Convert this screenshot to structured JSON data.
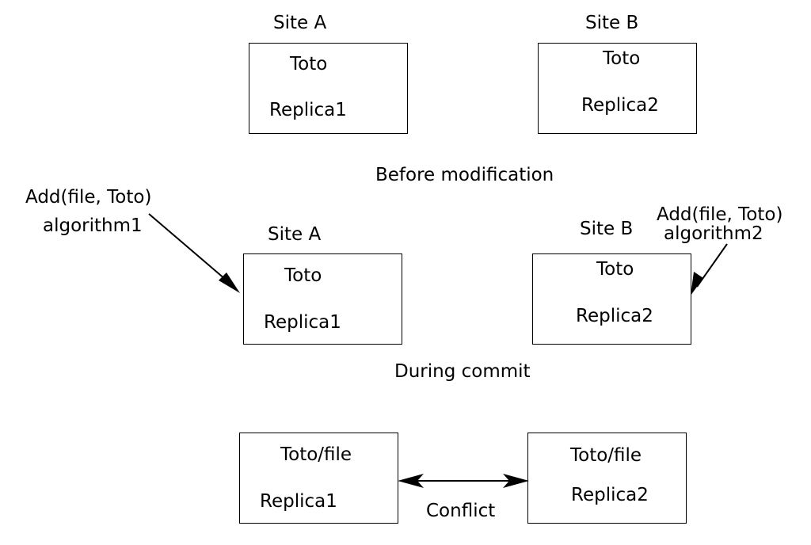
{
  "before": {
    "site_a": {
      "label": "Site A",
      "name": "Toto",
      "replica": "Replica1"
    },
    "site_b": {
      "label": "Site B",
      "name": "Toto",
      "replica": "Replica2"
    },
    "caption": "Before modification"
  },
  "during": {
    "site_a": {
      "label": "Site A",
      "name": "Toto",
      "replica": "Replica1",
      "operation": "Add(file, Toto)",
      "algorithm": "algorithm1"
    },
    "site_b": {
      "label": "Site B",
      "name": "Toto",
      "replica": "Replica2",
      "operation": "Add(file, Toto)",
      "algorithm": "algorithm2"
    },
    "caption": "During commit"
  },
  "after": {
    "left": {
      "name": "Toto/file",
      "replica": "Replica1"
    },
    "right": {
      "name": "Toto/file",
      "replica": "Replica2"
    },
    "conflict_label": "Conflict"
  }
}
